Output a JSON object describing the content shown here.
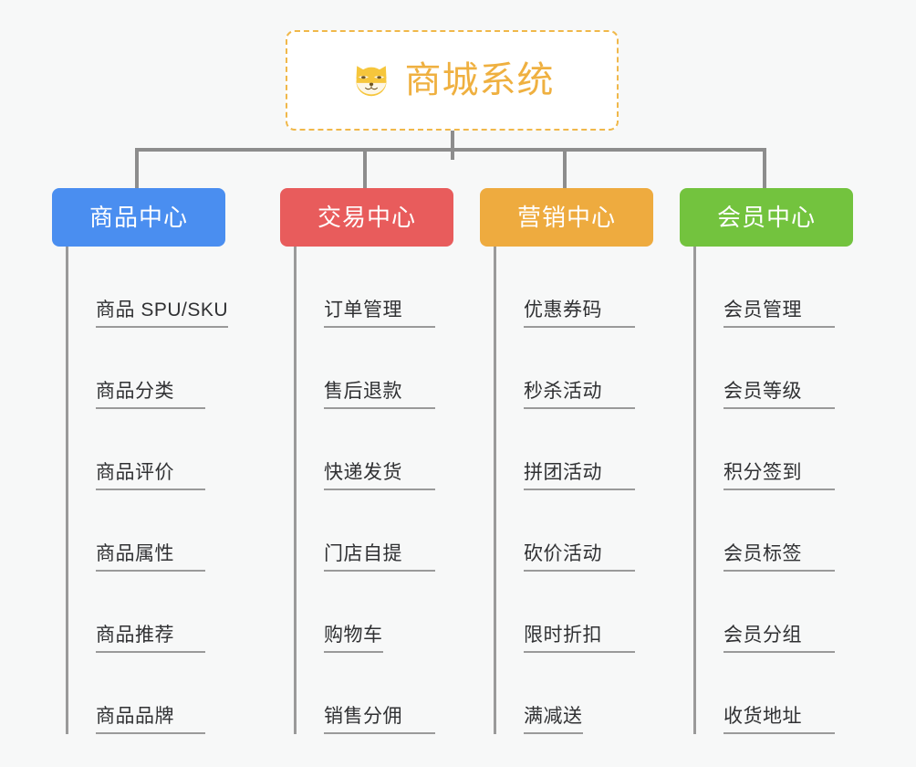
{
  "root": {
    "title": "商城系统",
    "icon": "shiba-dog-face-icon",
    "border_color": "#f0b84a",
    "text_color": "#efb040"
  },
  "connector_color": "#8d8d8d",
  "background_color": "#f7f8f8",
  "columns": [
    {
      "label": "商品中心",
      "color": "#4a8ef0",
      "items": [
        "商品 SPU/SKU",
        "商品分类",
        "商品评价",
        "商品属性",
        "商品推荐",
        "商品品牌"
      ]
    },
    {
      "label": "交易中心",
      "color": "#e85c5c",
      "items": [
        "订单管理",
        "售后退款",
        "快递发货",
        "门店自提",
        "购物车",
        "销售分佣"
      ]
    },
    {
      "label": "营销中心",
      "color": "#eeab3f",
      "items": [
        "优惠券码",
        "秒杀活动",
        "拼团活动",
        "砍价活动",
        "限时折扣",
        "满减送"
      ]
    },
    {
      "label": "会员中心",
      "color": "#73c33e",
      "items": [
        "会员管理",
        "会员等级",
        "积分签到",
        "会员标签",
        "会员分组",
        "收货地址"
      ]
    }
  ]
}
